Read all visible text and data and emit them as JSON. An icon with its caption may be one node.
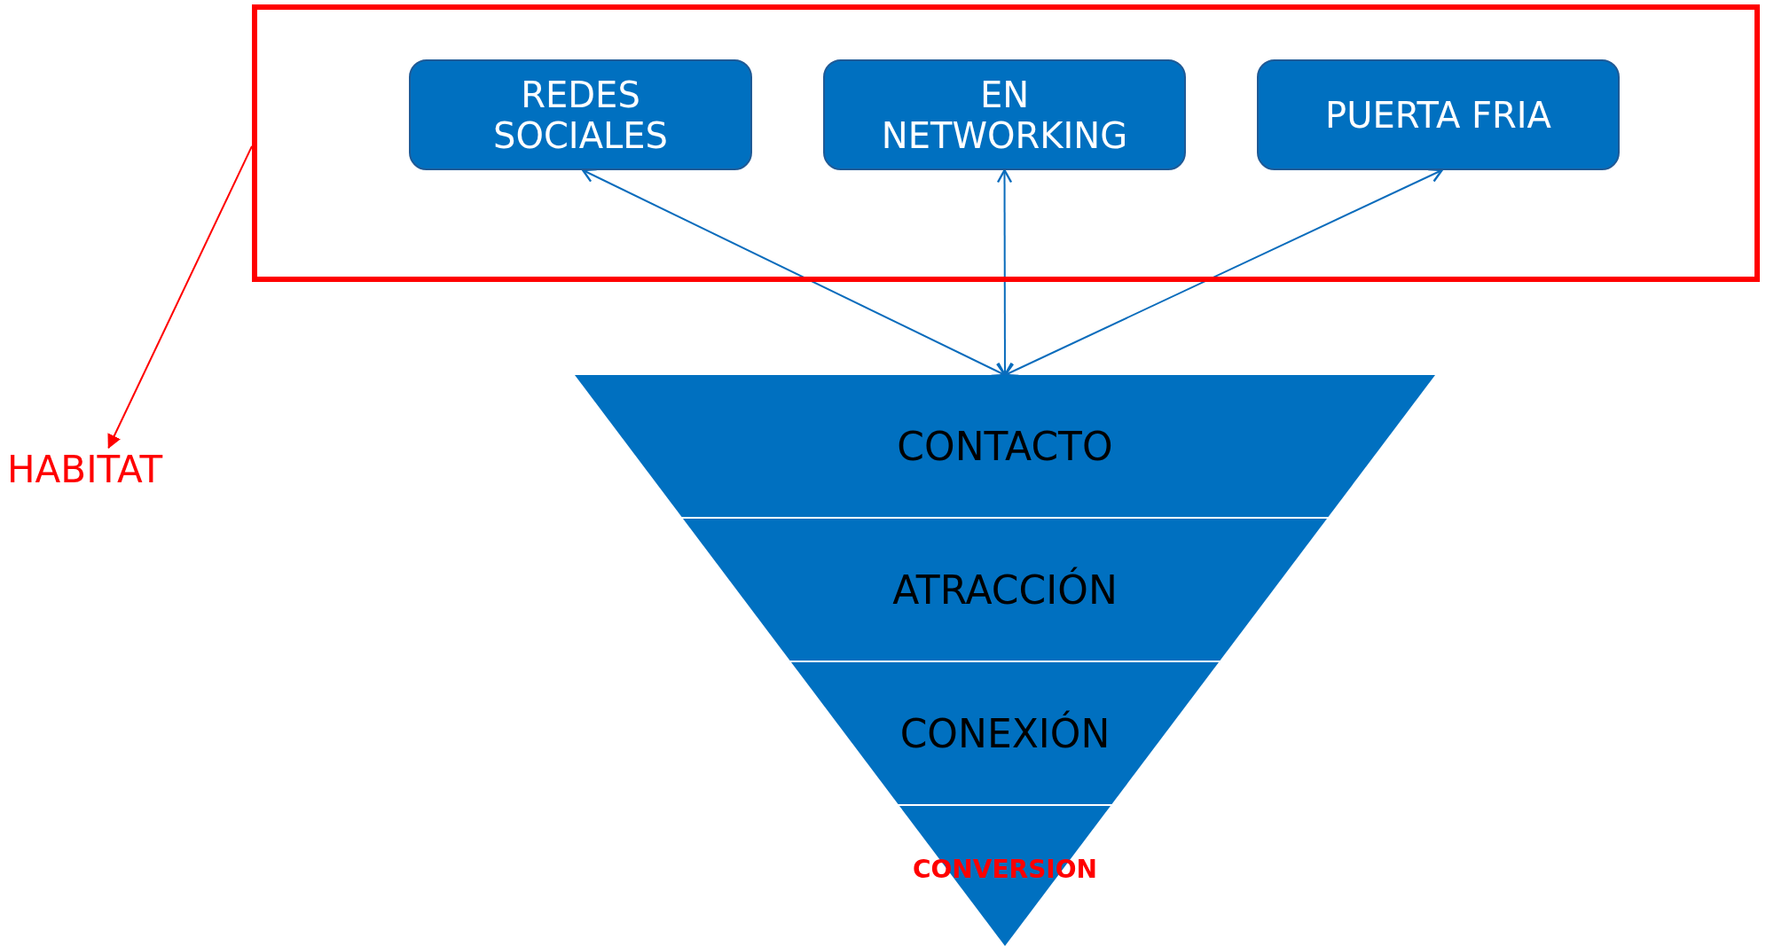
{
  "diagram": {
    "nodes": [
      {
        "text": [],
        "shape": "box"
      },
      {
        "text": [
          "REDES SOCIALES"
        ],
        "in": 0
      },
      {
        "text": [
          "EN NETWORKING"
        ],
        "in": 0
      },
      {
        "text": [
          "PUERTA FRIA"
        ],
        "in": 0
      },
      {
        "text": [
          "CONTACTO"
        ]
      },
      {
        "text": [
          "ATRACCIÓN"
        ]
      },
      {
        "text": [
          "CONEXIÓN"
        ]
      },
      {
        "text": [
          "CONVERSION"
        ]
      },
      {
        "text": [
          "HABITAT"
        ]
      }
    ],
    "edges": [
      {
        "from": 1,
        "to": 4,
        "arrow": "both"
      },
      {
        "from": 2,
        "to": 4,
        "arrow": "both"
      },
      {
        "from": 3,
        "to": 4,
        "arrow": "both"
      },
      {
        "from": 0,
        "to": 8,
        "arrow": "to",
        "color": "#ff0000"
      }
    ]
  }
}
